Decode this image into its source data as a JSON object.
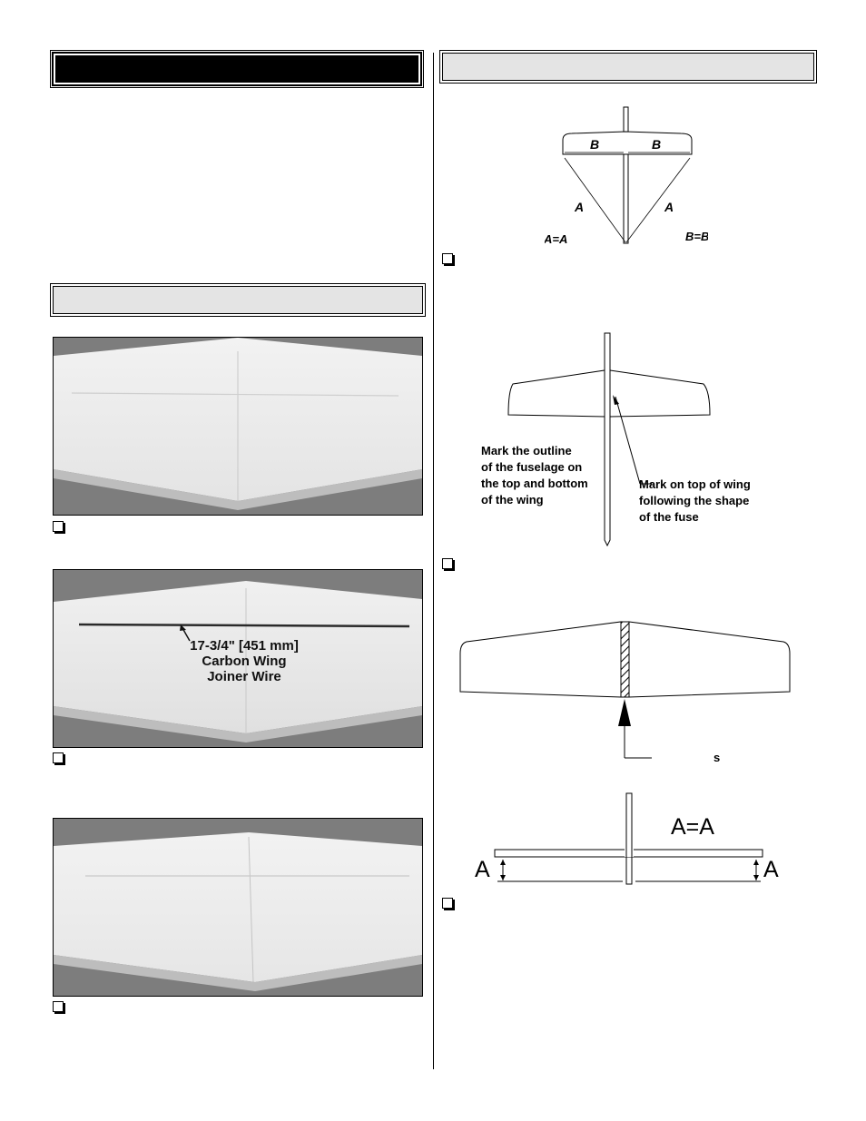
{
  "photos": {
    "photo2_label_lines": [
      "17-3/4\" [451 mm]",
      "Carbon Wing",
      "Joiner Wire"
    ]
  },
  "diagrams": {
    "diagram1": {
      "label_b_left": "B",
      "label_b_right": "B",
      "label_a_left": "A",
      "label_a_right": "A",
      "equation_a": "A=A",
      "equation_b": "B=B"
    },
    "diagram2": {
      "left_callout_lines": [
        "Mark the outline",
        "of the fuselage on",
        "the top and bottom",
        "of the wing"
      ],
      "right_callout_lines": [
        "Mark on top of wing",
        "following the shape",
        "of the fuse"
      ]
    },
    "diagram3": {
      "callout_fragment": "s"
    },
    "diagram4": {
      "equation": "A=A",
      "label_left": "A",
      "label_right": "A"
    }
  }
}
